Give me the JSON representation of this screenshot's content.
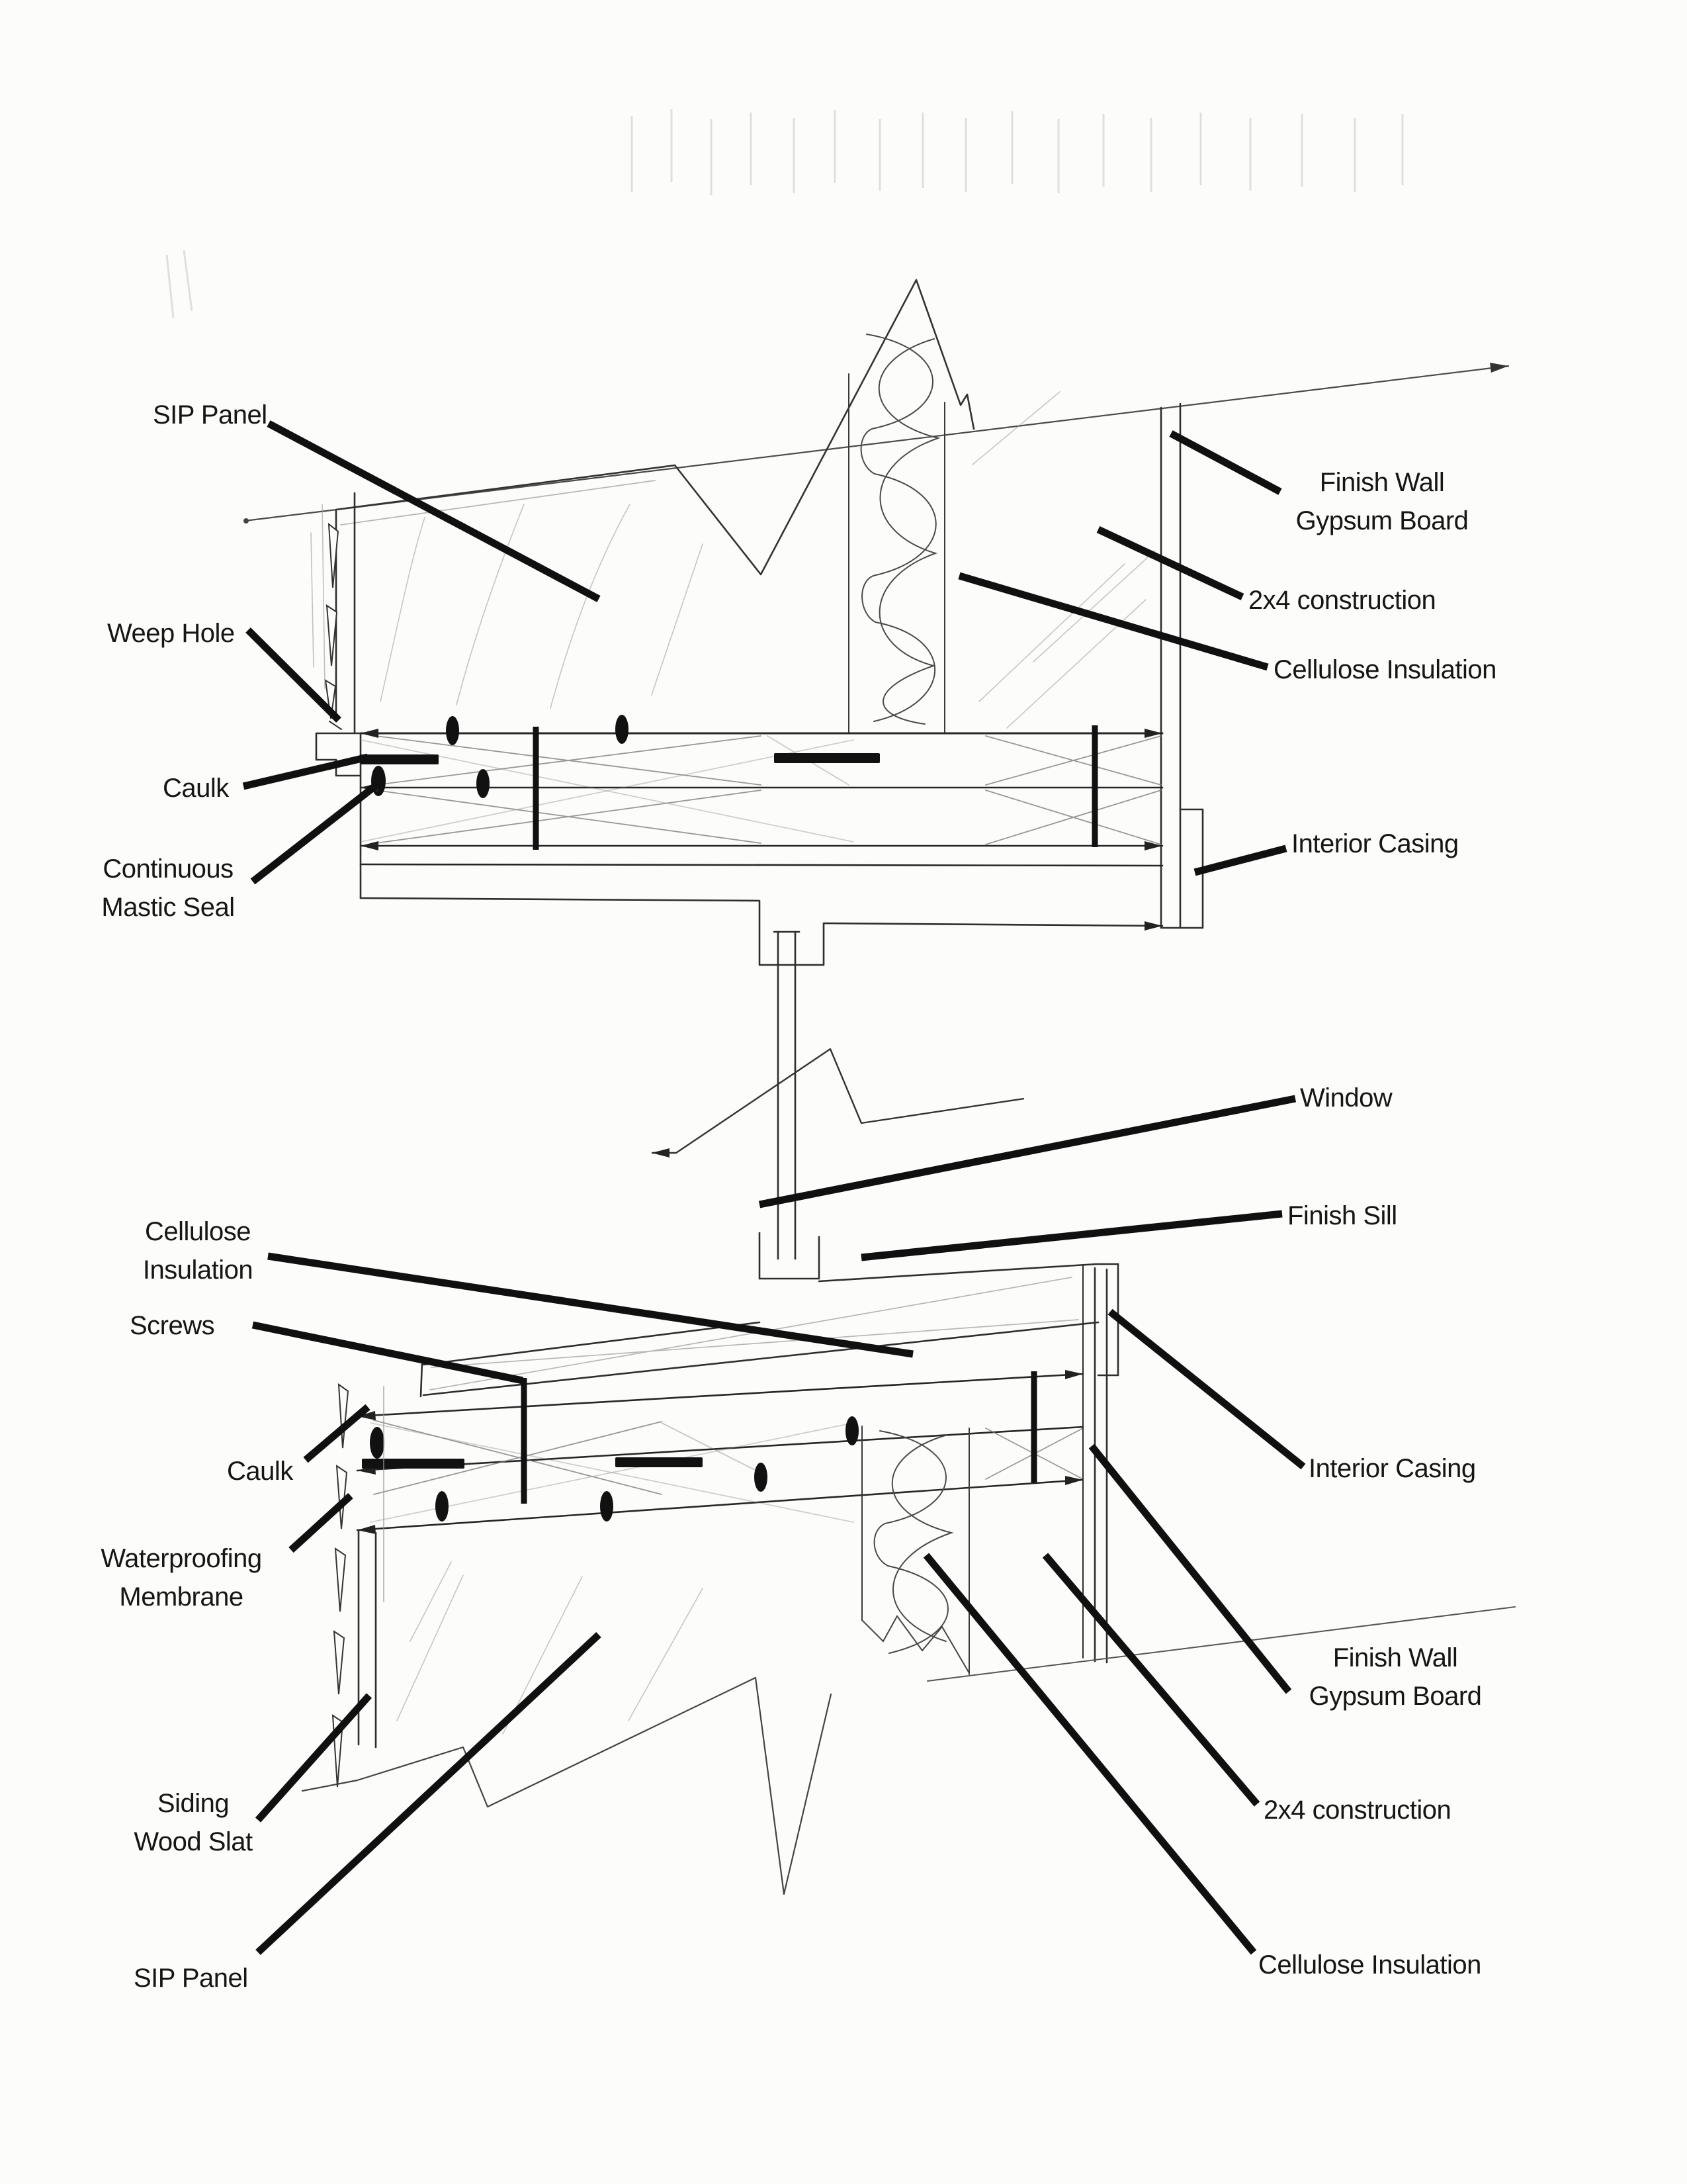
{
  "page": {
    "kind": "hand-drawn architectural window detail sketch",
    "paper_color": "#fcfcfa",
    "ink_color": "#161616",
    "leader_color": "#101010",
    "sketch_line_color": "#3a3a3a",
    "faint_line_color": "#9a9a9a"
  },
  "labels": {
    "head": {
      "sip_panel": "SIP Panel",
      "weep_hole": "Weep Hole",
      "caulk": "Caulk",
      "continuous_mastic_seal": "Continuous\nMastic Seal",
      "finish_wall_gypsum_board": "Finish Wall\nGypsum Board",
      "construction_2x4": "2x4 construction",
      "cellulose_insulation": "Cellulose Insulation",
      "interior_casing": "Interior Casing"
    },
    "mid": {
      "window": "Window",
      "finish_sill": "Finish Sill"
    },
    "sill": {
      "cellulose_insulation_left": "Cellulose\nInsulation",
      "screws": "Screws",
      "caulk": "Caulk",
      "waterproofing_membrane": "Waterproofing\nMembrane",
      "siding_wood_slat": "Siding\nWood Slat",
      "sip_panel": "SIP Panel",
      "interior_casing": "Interior Casing",
      "finish_wall_gypsum_board": "Finish Wall\nGypsum Board",
      "construction_2x4": "2x4 construction",
      "cellulose_insulation_right": "Cellulose Insulation"
    }
  }
}
